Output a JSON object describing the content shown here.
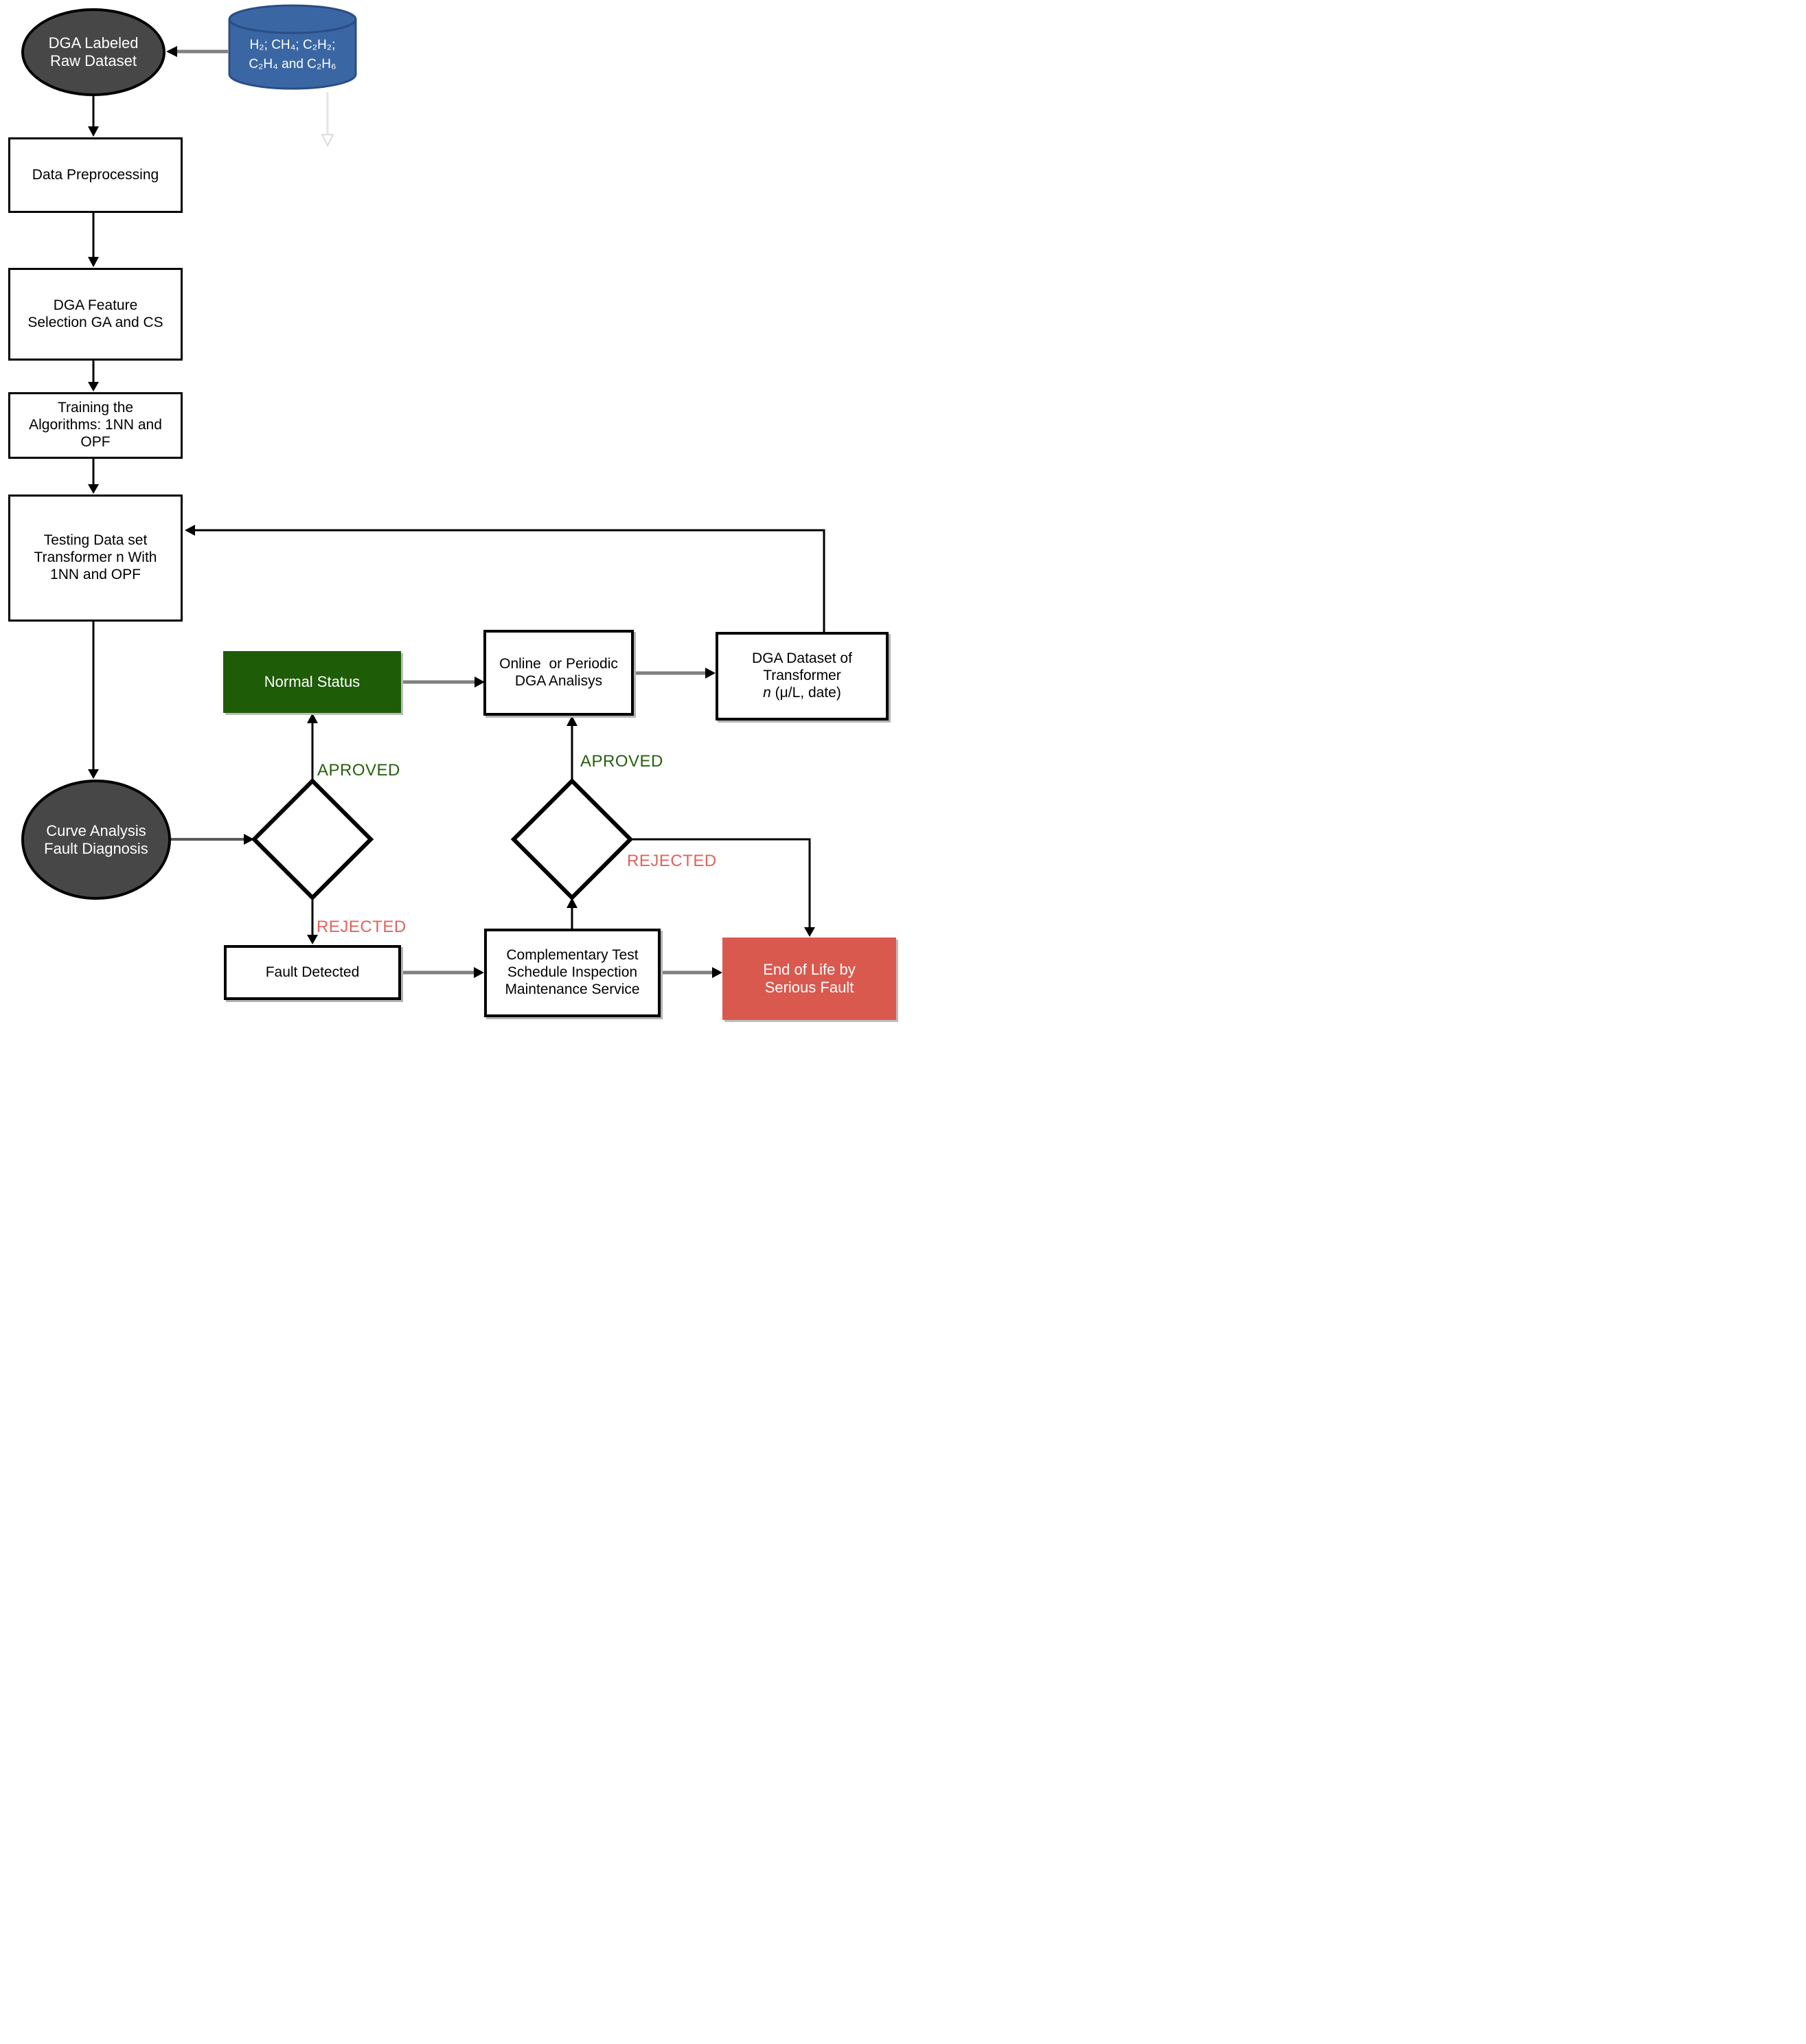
{
  "diagram_title": "DGA transformer fault diagnosis flowchart",
  "colors": {
    "ellipse_fill": "#474747",
    "cylinder_fill": "#3a67a4",
    "cylinder_stroke": "#2a4d85",
    "normal_status_fill": "#1e5c08",
    "end_of_life_fill": "#d9594f",
    "approved_label": "#265f0e",
    "rejected_label": "#e0635b",
    "connector_gray": "#808080",
    "connector_black": "#000000"
  },
  "nodes": {
    "raw_dataset": {
      "line1": "DGA Labeled",
      "line2": "Raw Dataset"
    },
    "gas_database": {
      "line1": "H₂; CH₄; C₂H₂;",
      "line2": "C₂H₄ and C₂H₆"
    },
    "preprocessing": {
      "label": "Data Preprocessing"
    },
    "feature_selection": {
      "line1": "DGA Feature",
      "line2": "Selection GA and CS"
    },
    "training": {
      "line1": "Training the",
      "line2": "Algorithms: 1NN and",
      "line3": "OPF"
    },
    "testing": {
      "line1": "Testing Data set",
      "line2": "Transformer n With",
      "line3": "1NN and OPF"
    },
    "curve_analysis": {
      "line1": "Curve Analysis",
      "line2": "Fault Diagnosis"
    },
    "normal_status": {
      "label": "Normal Status"
    },
    "online_dga": {
      "line1": "Online  or Periodic",
      "line2": "DGA Analisys"
    },
    "dga_dataset": {
      "line1": "DGA Dataset of",
      "line2": "Transformer",
      "line3_italic": "n",
      "line3_rest": " (μ/L, date)"
    },
    "fault_detected": {
      "label": "Fault Detected"
    },
    "complementary": {
      "line1": "Complementary Test",
      "line2": "Schedule Inspection",
      "line3": "Maintenance Service"
    },
    "end_of_life": {
      "line1": "End of Life by",
      "line2": "Serious Fault"
    }
  },
  "edge_labels": {
    "approved_1": "APROVED",
    "rejected_1": "REJECTED",
    "approved_2": "APROVED",
    "rejected_2": "REJECTED"
  }
}
